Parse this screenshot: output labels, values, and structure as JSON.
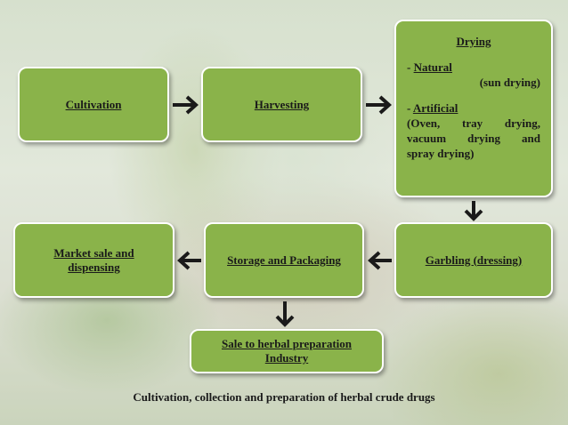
{
  "diagram": {
    "cultivation": "Cultivation",
    "harvesting": "Harvesting",
    "drying": {
      "title": "Drying",
      "natural_prefix": "- ",
      "natural": "Natural",
      "natural_detail": "(sun drying)",
      "artificial_prefix": "- ",
      "artificial": "Artificial",
      "artificial_line1": "(Oven, tray drying,",
      "artificial_line2": "vacuum drying and",
      "artificial_line3": "spray drying)"
    },
    "garbling": "Garbling (dressing)",
    "storage": "Storage and Packaging",
    "market_line1": "Market sale and",
    "market_line2": "dispensing",
    "sale_line1": "Sale to herbal preparation",
    "sale_line2": "Industry"
  },
  "caption": "Cultivation, collection and preparation of herbal crude drugs",
  "colors": {
    "box_fill": "#8ab34a",
    "box_border": "#ffffff",
    "arrow": "#1a1a1a"
  }
}
